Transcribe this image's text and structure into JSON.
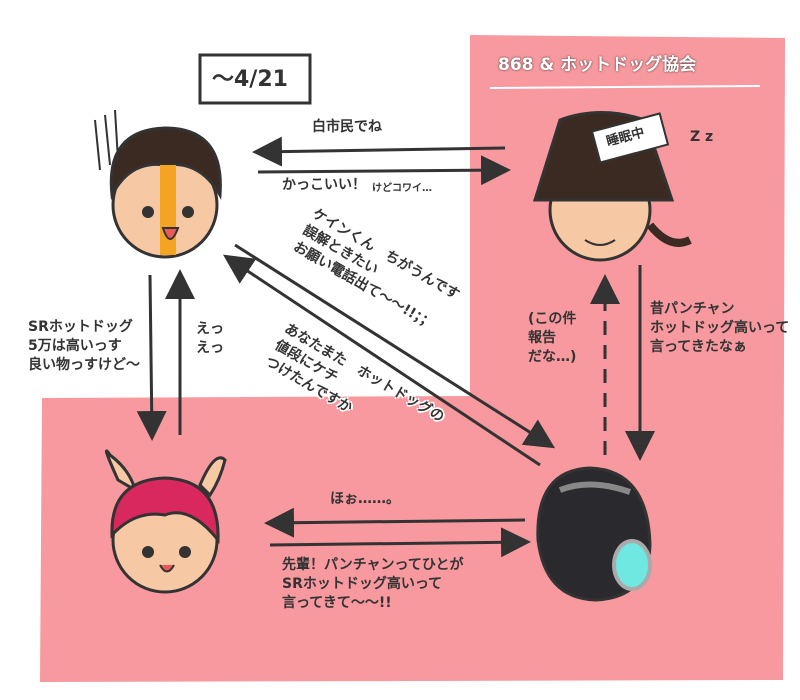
{
  "date_label": "〜4/21",
  "group_label": "868 & ホットドッグ協会",
  "colors": {
    "pink": "#f7999e",
    "ink": "#333333"
  },
  "characters": {
    "top_left": {
      "icon": "spiky-hair-face"
    },
    "top_right": {
      "icon": "sleeping-hat-face",
      "sign": "睡眠中",
      "sleep": "Z z"
    },
    "bottom_left": {
      "icon": "bunny-ear-face"
    },
    "bottom_right": {
      "icon": "robot-helmet"
    }
  },
  "messages": {
    "tr_to_tl": "白市民でね",
    "tl_to_tr": "かっこいい！",
    "tl_to_tr_small": "けどコワイ…",
    "br_to_tl": "ケインくん　ちがうんです\n誤解ときたい\nお願い電話出て〜〜!!；；",
    "tl_to_br": "あなたまた　ホットドッグの\n値段にケチ\nつけたんですか",
    "tl_to_bl": "SRホットドッグ\n5万は高いっす\n良い物っすけど〜",
    "bl_to_tl": "えっ\nえっ",
    "br_to_tr": "(この件\n報告\nだな…)",
    "tr_to_br": "昔パンチャン\nホットドッグ高いって\n言ってきたなぁ",
    "br_to_bl": "ほぉ……。",
    "bl_to_br": "先輩！パンチャンってひとが\nSRホットドッグ高いって\n言ってきて〜〜!!"
  }
}
